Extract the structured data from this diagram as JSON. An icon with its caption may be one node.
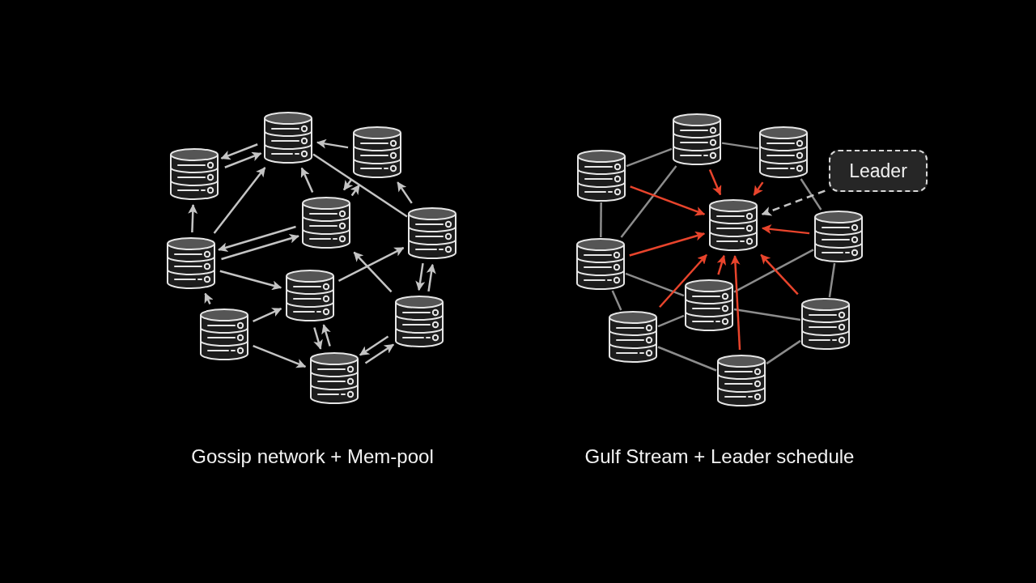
{
  "diagram": {
    "nodes": [
      {
        "text": [],
        "shape": "cylinder"
      },
      {
        "text": [],
        "shape": "cylinder"
      },
      {
        "text": [],
        "shape": "cylinder"
      },
      {
        "text": [],
        "shape": "cylinder"
      },
      {
        "text": [],
        "shape": "cylinder"
      },
      {
        "text": [],
        "shape": "cylinder"
      },
      {
        "text": [],
        "shape": "cylinder"
      },
      {
        "text": [],
        "shape": "cylinder"
      },
      {
        "text": [],
        "shape": "cylinder"
      },
      {
        "text": [],
        "shape": "cylinder"
      },
      {
        "text": [],
        "shape": "cylinder"
      },
      {
        "text": [],
        "shape": "cylinder"
      },
      {
        "text": [],
        "shape": "cylinder"
      },
      {
        "text": [],
        "shape": "cylinder"
      },
      {
        "text": [],
        "shape": "cylinder"
      },
      {
        "text": [],
        "shape": "cylinder"
      },
      {
        "text": [],
        "shape": "cylinder"
      },
      {
        "text": [],
        "shape": "cylinder"
      },
      {
        "text": [],
        "shape": "cylinder"
      },
      {
        "text": [],
        "shape": "cylinder"
      },
      {
        "text": [
          "Leader"
        ]
      }
    ],
    "edges": [
      {
        "from": 0,
        "to": 1,
        "arrow": "to"
      },
      {
        "from": 1,
        "to": 0,
        "arrow": "to"
      },
      {
        "from": 3,
        "to": 0,
        "arrow": "to"
      },
      {
        "from": 3,
        "to": 1,
        "arrow": "to"
      },
      {
        "from": 3,
        "to": 4,
        "arrow": "to"
      },
      {
        "from": 4,
        "to": 3,
        "arrow": "to"
      },
      {
        "from": 4,
        "to": 1,
        "arrow": "to"
      },
      {
        "from": 2,
        "to": 1,
        "arrow": "to"
      },
      {
        "from": 4,
        "to": 2,
        "arrow": "to"
      },
      {
        "from": 2,
        "to": 4,
        "arrow": "to"
      },
      {
        "from": 5,
        "to": 2,
        "arrow": "to"
      },
      {
        "from": 1,
        "to": 5,
        "arrow": "none"
      },
      {
        "from": 3,
        "to": 6,
        "arrow": "to"
      },
      {
        "from": 7,
        "to": 3,
        "arrow": "to"
      },
      {
        "from": 7,
        "to": 6,
        "arrow": "to"
      },
      {
        "from": 7,
        "to": 9,
        "arrow": "to"
      },
      {
        "from": 6,
        "to": 5,
        "arrow": "to"
      },
      {
        "from": 8,
        "to": 4,
        "arrow": "to"
      },
      {
        "from": 8,
        "to": 5,
        "arrow": "to"
      },
      {
        "from": 5,
        "to": 8,
        "arrow": "to"
      },
      {
        "from": 9,
        "to": 6,
        "arrow": "to"
      },
      {
        "from": 6,
        "to": 9,
        "arrow": "to"
      },
      {
        "from": 9,
        "to": 8,
        "arrow": "to"
      },
      {
        "from": 8,
        "to": 9,
        "arrow": "to"
      },
      {
        "from": 10,
        "to": 11,
        "arrow": "none",
        "color": "#8c8c8c"
      },
      {
        "from": 11,
        "to": 12,
        "arrow": "none",
        "color": "#8c8c8c"
      },
      {
        "from": 12,
        "to": 14,
        "arrow": "none",
        "color": "#8c8c8c"
      },
      {
        "from": 10,
        "to": 15,
        "arrow": "none",
        "color": "#8c8c8c"
      },
      {
        "from": 11,
        "to": 15,
        "arrow": "none",
        "color": "#8c8c8c"
      },
      {
        "from": 15,
        "to": 16,
        "arrow": "none",
        "color": "#8c8c8c"
      },
      {
        "from": 15,
        "to": 17,
        "arrow": "none",
        "color": "#8c8c8c"
      },
      {
        "from": 17,
        "to": 16,
        "arrow": "none",
        "color": "#8c8c8c"
      },
      {
        "from": 17,
        "to": 19,
        "arrow": "none",
        "color": "#8c8c8c"
      },
      {
        "from": 16,
        "to": 14,
        "arrow": "none",
        "color": "#8c8c8c"
      },
      {
        "from": 16,
        "to": 18,
        "arrow": "none",
        "color": "#8c8c8c"
      },
      {
        "from": 18,
        "to": 19,
        "arrow": "none",
        "color": "#8c8c8c"
      },
      {
        "from": 14,
        "to": 18,
        "arrow": "none",
        "color": "#8c8c8c"
      },
      {
        "from": 10,
        "to": 13,
        "arrow": "to",
        "color": "#e8442c"
      },
      {
        "from": 11,
        "to": 13,
        "arrow": "to",
        "color": "#e8442c"
      },
      {
        "from": 12,
        "to": 13,
        "arrow": "to",
        "color": "#e8442c"
      },
      {
        "from": 14,
        "to": 13,
        "arrow": "to",
        "color": "#e8442c"
      },
      {
        "from": 15,
        "to": 13,
        "arrow": "to",
        "color": "#e8442c"
      },
      {
        "from": 17,
        "to": 13,
        "arrow": "to",
        "color": "#e8442c"
      },
      {
        "from": 16,
        "to": 13,
        "arrow": "to",
        "color": "#e8442c"
      },
      {
        "from": 18,
        "to": 13,
        "arrow": "to",
        "color": "#e8442c"
      },
      {
        "from": 19,
        "to": 13,
        "arrow": "to",
        "color": "#e8442c"
      },
      {
        "from": 20,
        "to": 13,
        "arrow": "to",
        "style": "dashed"
      }
    ],
    "labels": [
      "Gossip network + Mem-pool",
      "Gulf Stream + Leader schedule"
    ]
  }
}
